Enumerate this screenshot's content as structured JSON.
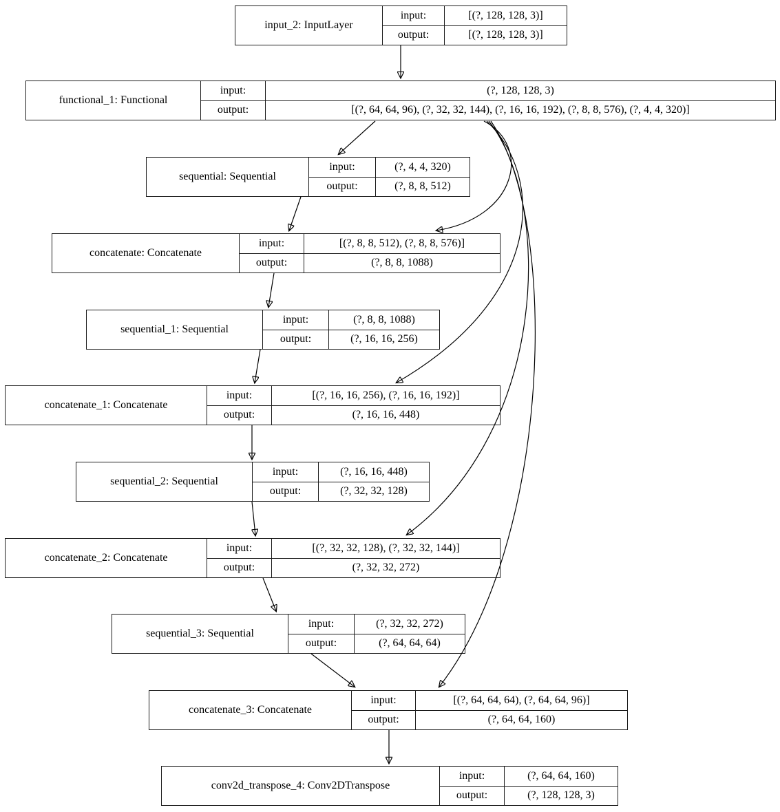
{
  "diagram": {
    "type": "keras-model-architecture-graph",
    "io_labels": {
      "input": "input:",
      "output": "output:"
    },
    "nodes": [
      {
        "id": "input_2",
        "title": "input_2: InputLayer",
        "input": "[(?, 128, 128, 3)]",
        "output": "[(?, 128, 128, 3)]"
      },
      {
        "id": "functional_1",
        "title": "functional_1: Functional",
        "input": "(?, 128, 128, 3)",
        "output": "[(?, 64, 64, 96), (?, 32, 32, 144), (?, 16, 16, 192), (?, 8, 8, 576), (?, 4, 4, 320)]"
      },
      {
        "id": "sequential",
        "title": "sequential: Sequential",
        "input": "(?, 4, 4, 320)",
        "output": "(?, 8, 8, 512)"
      },
      {
        "id": "concatenate",
        "title": "concatenate: Concatenate",
        "input": "[(?, 8, 8, 512), (?, 8, 8, 576)]",
        "output": "(?, 8, 8, 1088)"
      },
      {
        "id": "sequential_1",
        "title": "sequential_1: Sequential",
        "input": "(?, 8, 8, 1088)",
        "output": "(?, 16, 16, 256)"
      },
      {
        "id": "concatenate_1",
        "title": "concatenate_1: Concatenate",
        "input": "[(?, 16, 16, 256), (?, 16, 16, 192)]",
        "output": "(?, 16, 16, 448)"
      },
      {
        "id": "sequential_2",
        "title": "sequential_2: Sequential",
        "input": "(?, 16, 16, 448)",
        "output": "(?, 32, 32, 128)"
      },
      {
        "id": "concatenate_2",
        "title": "concatenate_2: Concatenate",
        "input": "[(?, 32, 32, 128), (?, 32, 32, 144)]",
        "output": "(?, 32, 32, 272)"
      },
      {
        "id": "sequential_3",
        "title": "sequential_3: Sequential",
        "input": "(?, 32, 32, 272)",
        "output": "(?, 64, 64, 64)"
      },
      {
        "id": "concatenate_3",
        "title": "concatenate_3: Concatenate",
        "input": "[(?, 64, 64, 64), (?, 64, 64, 96)]",
        "output": "(?, 64, 64, 160)"
      },
      {
        "id": "conv2d_transpose_4",
        "title": "conv2d_transpose_4: Conv2DTranspose",
        "input": "(?, 64, 64, 160)",
        "output": "(?, 128, 128, 3)"
      }
    ],
    "edges": [
      {
        "from": "input_2",
        "to": "functional_1"
      },
      {
        "from": "functional_1",
        "to": "sequential"
      },
      {
        "from": "sequential",
        "to": "concatenate"
      },
      {
        "from": "functional_1",
        "to": "concatenate"
      },
      {
        "from": "concatenate",
        "to": "sequential_1"
      },
      {
        "from": "sequential_1",
        "to": "concatenate_1"
      },
      {
        "from": "functional_1",
        "to": "concatenate_1"
      },
      {
        "from": "concatenate_1",
        "to": "sequential_2"
      },
      {
        "from": "sequential_2",
        "to": "concatenate_2"
      },
      {
        "from": "functional_1",
        "to": "concatenate_2"
      },
      {
        "from": "concatenate_2",
        "to": "sequential_3"
      },
      {
        "from": "sequential_3",
        "to": "concatenate_3"
      },
      {
        "from": "functional_1",
        "to": "concatenate_3"
      },
      {
        "from": "concatenate_3",
        "to": "conv2d_transpose_4"
      }
    ],
    "colors": {
      "node_border": "#1a1a1a",
      "edge": "#000000",
      "background": "#ffffff"
    }
  }
}
